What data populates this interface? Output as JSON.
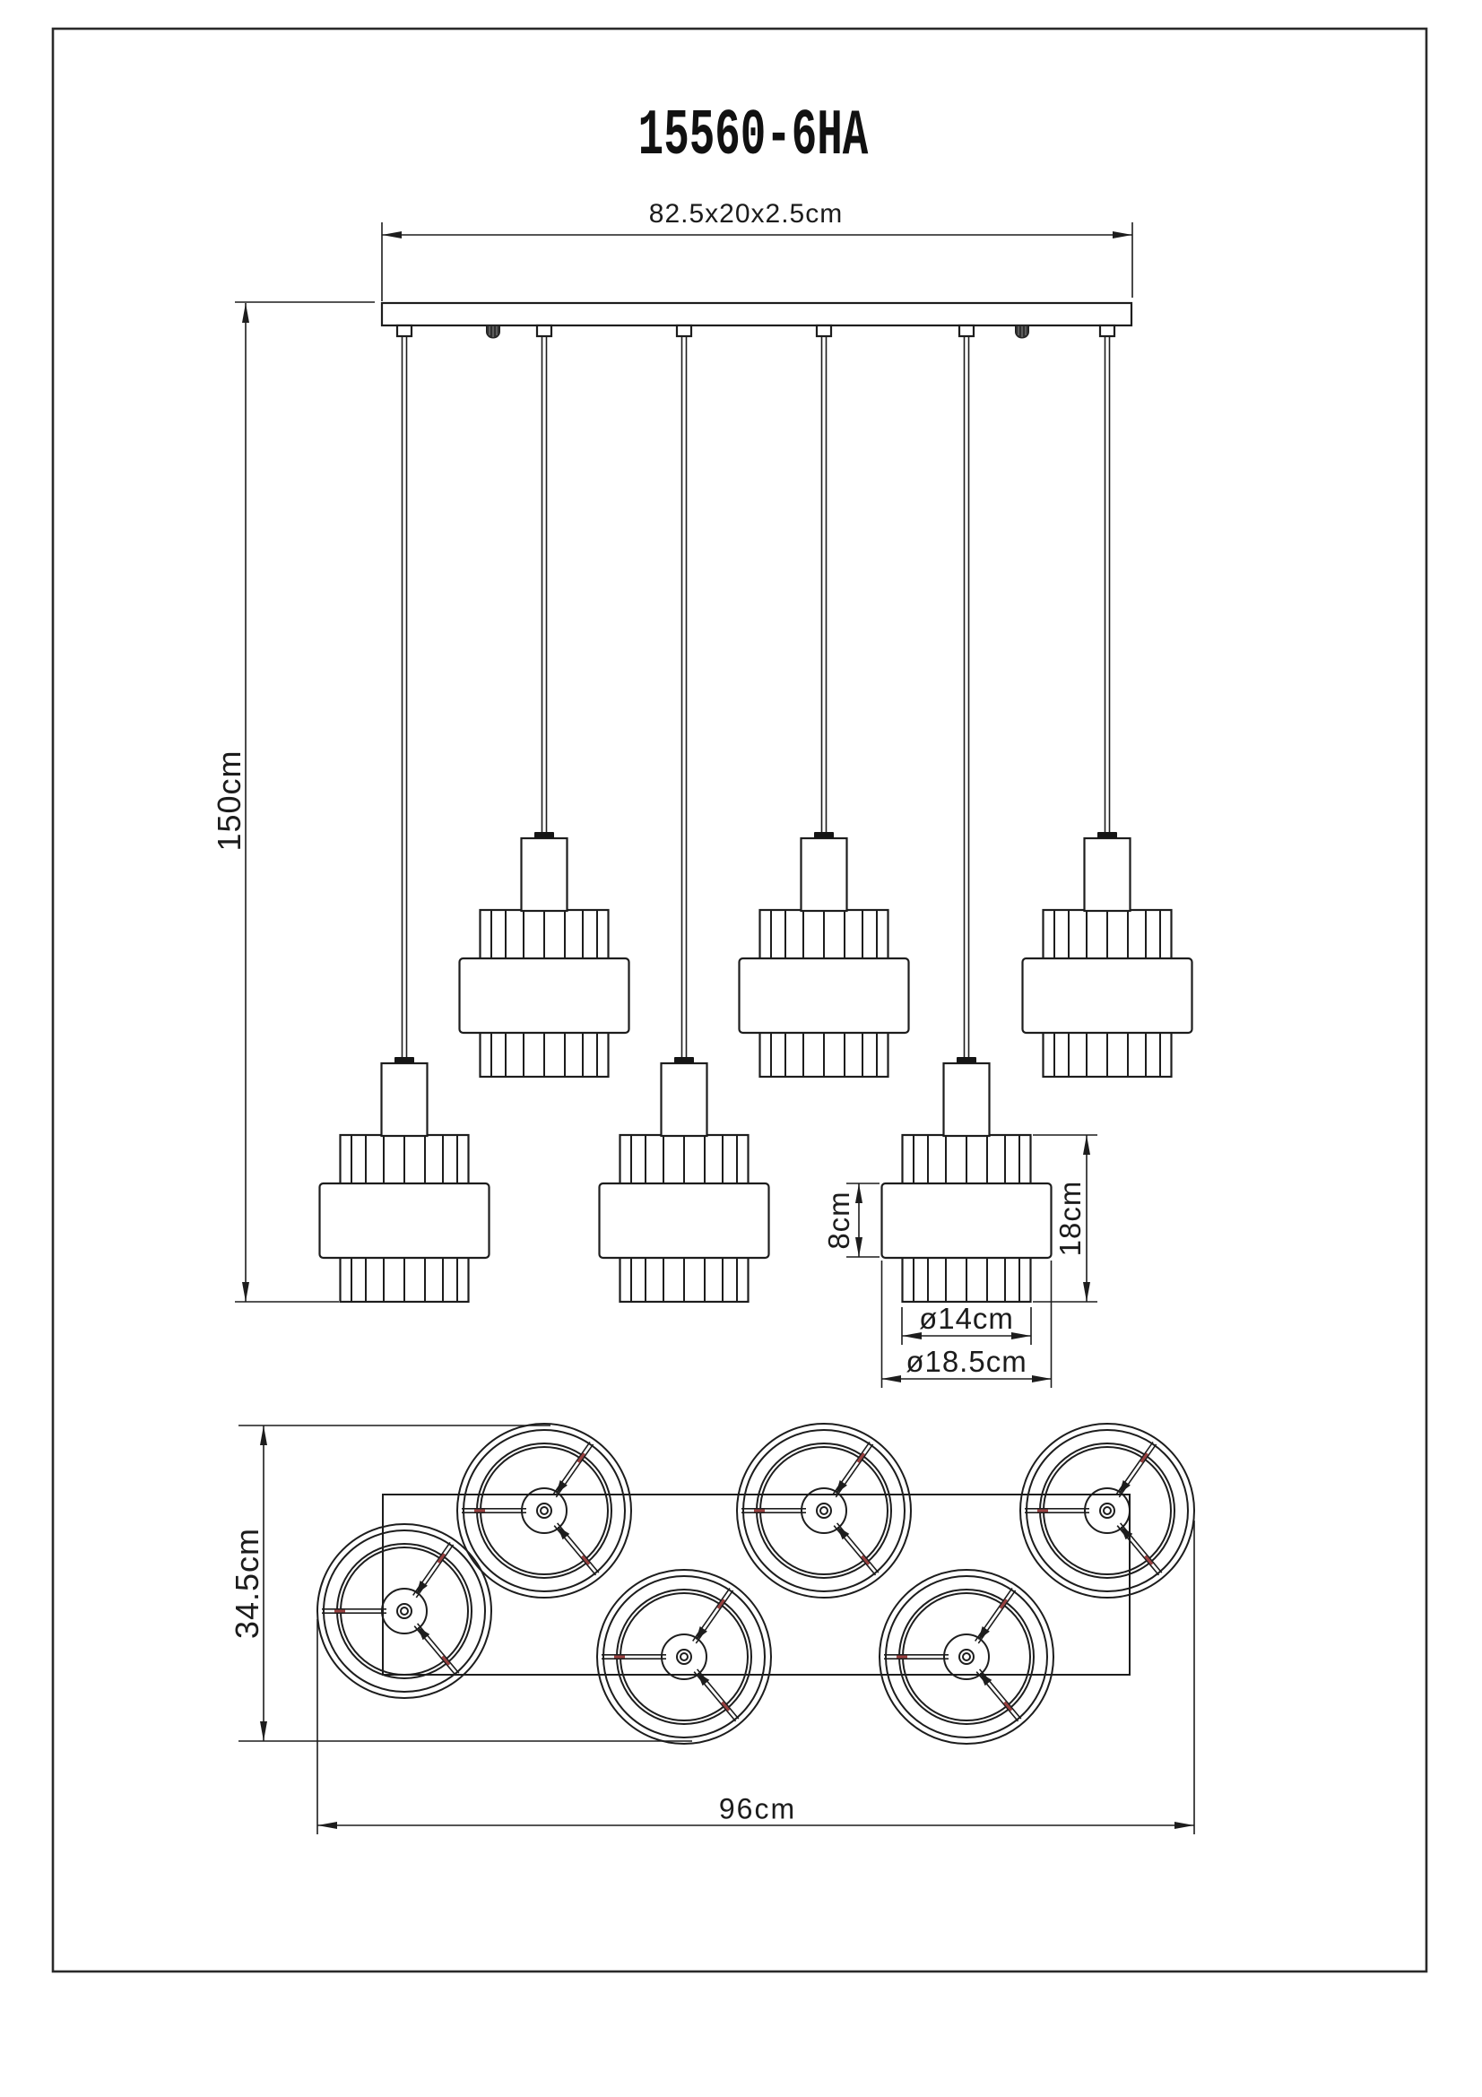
{
  "title": "15560-6HA",
  "front_view": {
    "canopy_dimension": "82.5x20x2.5cm",
    "drop_height": "150cm",
    "band_height": "8cm",
    "shade_height": "18cm",
    "shade_inner_diameter": "ø14cm",
    "shade_outer_diameter": "ø18.5cm",
    "lamp_count": 6
  },
  "top_view": {
    "depth": "34.5cm",
    "overall_width": "96cm"
  },
  "colors": {
    "line": "#1d1d1d",
    "screw_fill": "#2f2f2f",
    "spoke_mark_red": "#994040",
    "background": "#ffffff"
  }
}
